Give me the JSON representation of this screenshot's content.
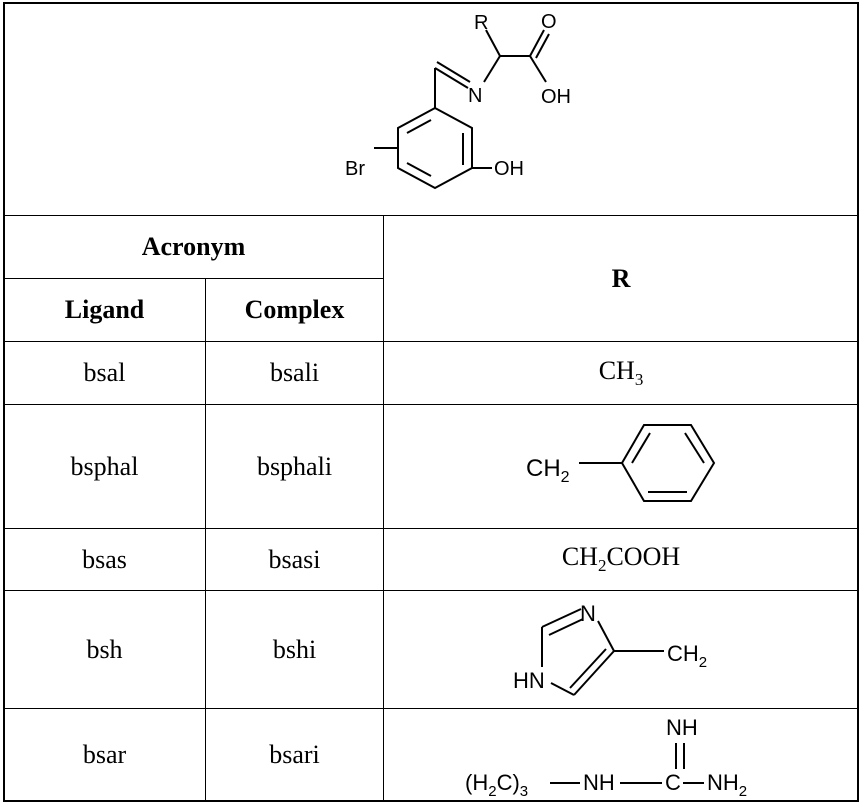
{
  "structure": {
    "labels": {
      "R": "R",
      "O": "O",
      "OH_acid": "OH",
      "N": "N",
      "OH_phenol": "OH",
      "Br": "Br"
    }
  },
  "table": {
    "header": {
      "group": "Acronym",
      "ligand": "Ligand",
      "complex": "Complex",
      "r": "R"
    },
    "rows": [
      {
        "ligand": "bsal",
        "complex": "bsali",
        "r": {
          "base": "CH",
          "sub": "3",
          "rest": ""
        }
      },
      {
        "ligand": "bsphal",
        "complex": "bsphali",
        "r": {
          "type": "benzyl",
          "ch": "CH",
          "sub": "2"
        }
      },
      {
        "ligand": "bsas",
        "complex": "bsasi",
        "r": {
          "base": "CH",
          "sub": "2",
          "rest": "COOH"
        }
      },
      {
        "ligand": "bsh",
        "complex": "bshi",
        "r": {
          "type": "imidazolyl-methyl",
          "n": "N",
          "hn": "HN",
          "ch": "CH",
          "sub": "2"
        }
      },
      {
        "ligand": "bsar",
        "complex": "bsari",
        "r": {
          "type": "guanidinopropyl",
          "nh_top": "NH",
          "chain": "(H",
          "chain_sub": "2",
          "chain_mid": "C)",
          "chain_sub2": "3",
          "nh": "NH",
          "c": "C",
          "nh2": "NH",
          "nh2_sub": "2"
        }
      }
    ]
  }
}
